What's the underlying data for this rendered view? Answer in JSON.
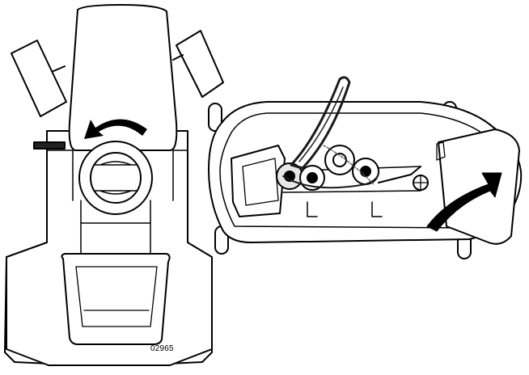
{
  "figure": {
    "number": "02965",
    "views": [
      "tractor-top-view",
      "mower-deck-top-view"
    ],
    "colors": {
      "line": "#000000",
      "fill": "#ffffff",
      "shade": "#e6e6e6",
      "belt": "#1a1a1a"
    },
    "icons": [
      "rotate-left-arrow-icon",
      "lift-up-arrow-icon"
    ]
  }
}
